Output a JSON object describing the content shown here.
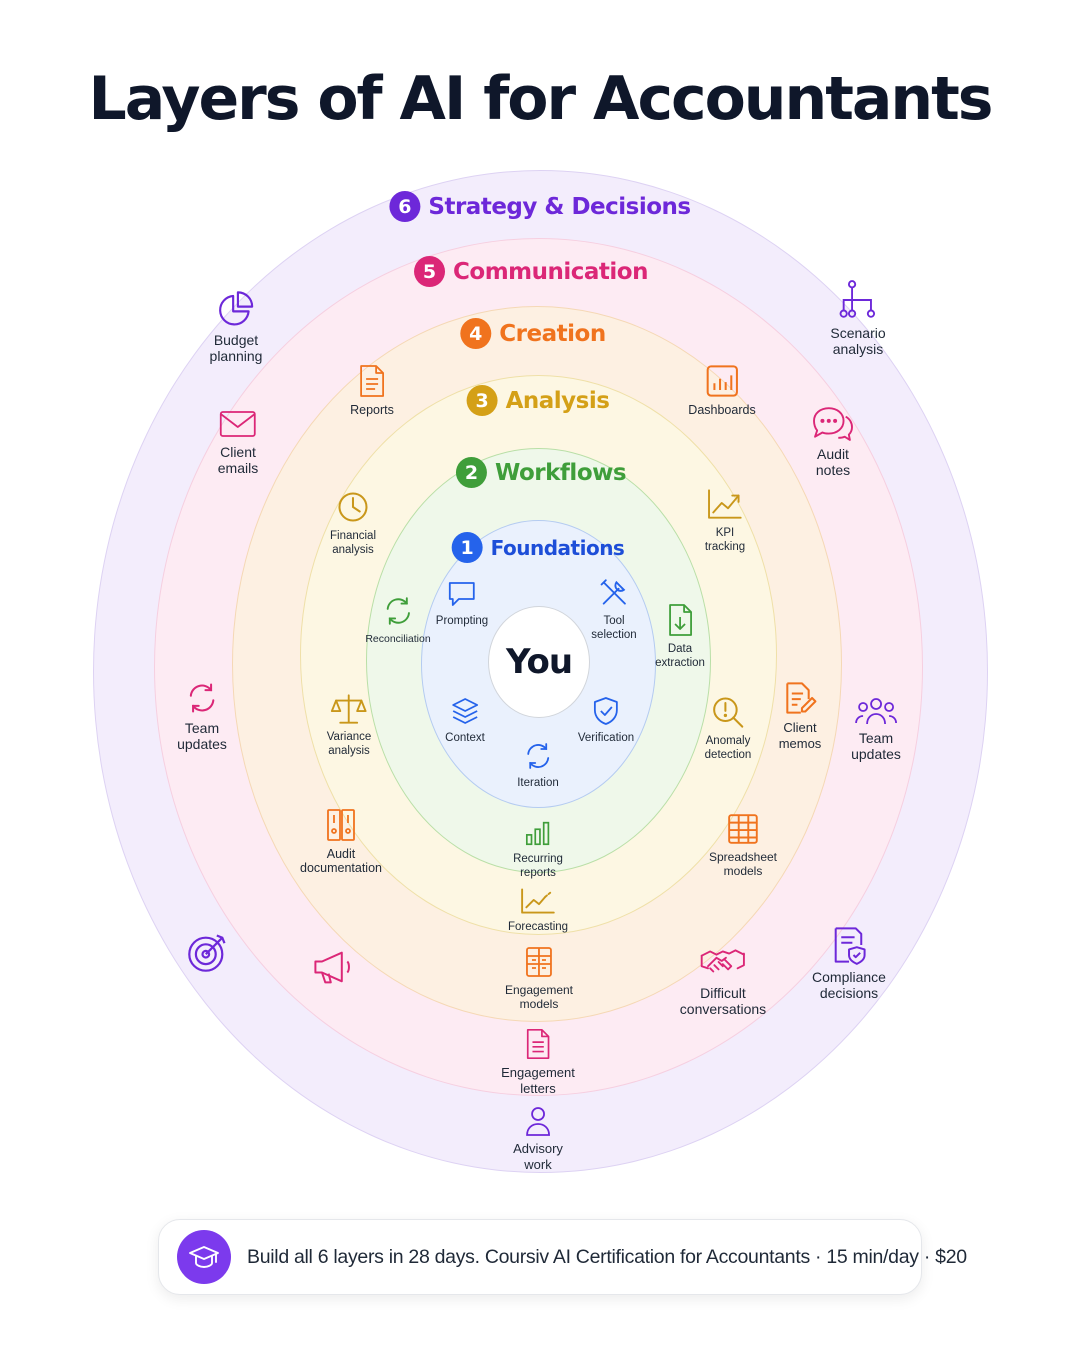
{
  "title": "Layers of AI for Accountants",
  "center": "You",
  "layers": [
    {
      "num": "1",
      "name": "Foundations",
      "color": "#2563eb"
    },
    {
      "num": "2",
      "name": "Workflows",
      "color": "#3f9e3a"
    },
    {
      "num": "3",
      "name": "Analysis",
      "color": "#d4a017"
    },
    {
      "num": "4",
      "name": "Creation",
      "color": "#f0731e"
    },
    {
      "num": "5",
      "name": "Communication",
      "color": "#db2777"
    },
    {
      "num": "6",
      "name": "Strategy & Decisions",
      "color": "#6d28d9"
    }
  ],
  "foundations": {
    "prompting": "Prompting",
    "tool_selection": "Tool\nselection",
    "context": "Context",
    "verification": "Verification",
    "iteration": "Iteration"
  },
  "workflows": {
    "reconciliation": "Reconciliation",
    "data_extraction": "Data\nextraction",
    "recurring_reports": "Recurring\nreports"
  },
  "analysis": {
    "financial_analysis": "Financial\nanalysis",
    "kpi_tracking": "KPI\ntracking",
    "variance_analysis": "Variance\nanalysis",
    "anomaly_detection": "Anomaly\ndetection",
    "forecasting": "Forecasting"
  },
  "creation": {
    "reports": "Reports",
    "dashboards": "Dashboards",
    "client_memos": "Client\nmemos",
    "audit_documentation": "Audit\ndocumentation",
    "spreadsheet_models": "Spreadsheet\nmodels",
    "engagement_models": "Engagement\nmodels"
  },
  "communication": {
    "client_emails": "Client\nemails",
    "audit_notes": "Audit\nnotes",
    "team_updates_left": "Team\nupdates",
    "difficult_conversations": "Difficult\nconversations",
    "engagement_letters": "Engagement\nletters"
  },
  "strategy": {
    "budget_planning": "Budget\nplanning",
    "scenario_analysis": "Scenario\nanalysis",
    "team_updates_right": "Team\nupdates",
    "compliance_decisions": "Compliance\ndecisions",
    "advisory_work": "Advisory\nwork"
  },
  "cta": {
    "text": "Build all 6 layers in 28 days. Coursiv AI Certification for Accountants · 15 min/day · $20"
  },
  "icons": {
    "cta": "graduation-cap-icon"
  }
}
